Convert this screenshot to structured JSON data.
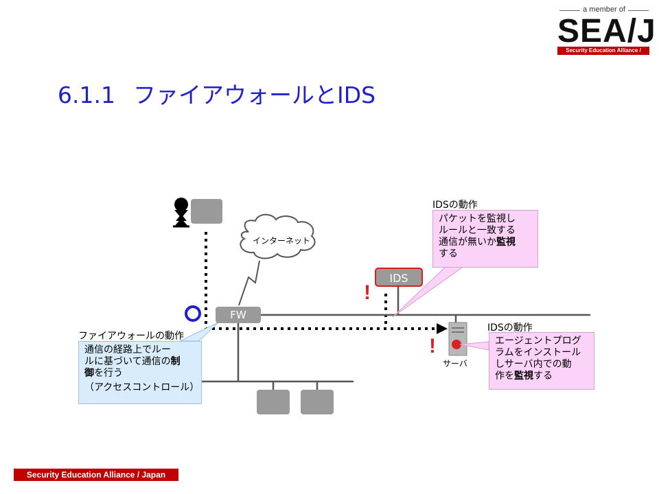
{
  "header": {
    "logo_tagline": "a member of",
    "logo_text": "SEA/J",
    "logo_subtitle": "Security Education Alliance / Japan"
  },
  "title": {
    "number": "6.1.1",
    "text": "ファイアウォールとIDS"
  },
  "diagram": {
    "internet_label": "インターネット",
    "fw_label": "FW",
    "ids_label": "IDS",
    "server_label": "サーバ",
    "exclamation": "!",
    "fw_operation": {
      "heading": "ファイアウォールの動作",
      "line1": "通信の経路上でルー",
      "line2a": "ルに基づいて通信の",
      "line2b": "制",
      "line3a": "御",
      "line3b": "を行う",
      "line4": "（アクセスコントロール）"
    },
    "ids_network_operation": {
      "heading": "IDSの動作",
      "line1": "パケットを監視し",
      "line2": "ルールと一致する",
      "line3a": "通信が無いか",
      "line3b": "監視",
      "line4": "する"
    },
    "ids_host_operation": {
      "heading": "IDSの動作",
      "line1": "エージェントプログ",
      "line2": "ラムをインストール",
      "line3": "しサーバ内での動",
      "line4a": "作を",
      "line4b": "監視",
      "line4c": "する"
    },
    "colors": {
      "title": "#1f1fd0",
      "alert": "#e02020",
      "brand": "#c00000",
      "fw_callout": "#d9ecfb",
      "ids_callout": "#fcd3f8"
    }
  },
  "footer": {
    "text": "Security Education Alliance / Japan"
  }
}
